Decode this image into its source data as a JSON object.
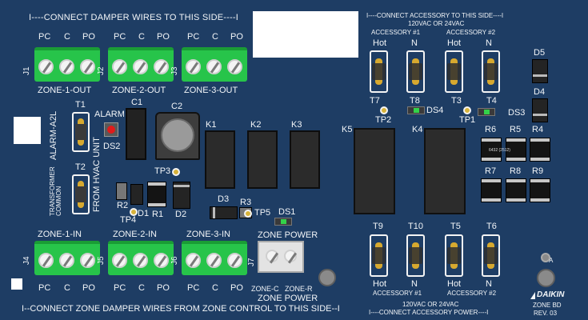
{
  "board": {
    "top_banner": "I----CONNECT DAMPER WIRES TO THIS SIDE----I",
    "bottom_banner": "I--CONNECT ZONE DAMPER WIRES FROM ZONE CONTROL TO THIS SIDE--I",
    "acc_top_banner": "I----CONNECT ACCESSORY TO THIS SIDE----I",
    "acc_top_voltage": "120VAC OR 24VAC",
    "acc_bottom_voltage": "120VAC OR 24VAC",
    "acc_bottom_banner": "I----CONNECT ACCESSORY POWER----I",
    "brand": "DAIKIN",
    "board_name": "ZONE BD",
    "revision": "REV. 03",
    "corner_mark": "A"
  },
  "terminals_out": [
    {
      "ref": "J1",
      "name": "ZONE-1-OUT",
      "pins": [
        "PC",
        "C",
        "PO"
      ]
    },
    {
      "ref": "J2",
      "name": "ZONE-2-OUT",
      "pins": [
        "PC",
        "C",
        "PO"
      ]
    },
    {
      "ref": "J3",
      "name": "ZONE-3-OUT",
      "pins": [
        "PC",
        "C",
        "PO"
      ]
    }
  ],
  "terminals_in": [
    {
      "ref": "J4",
      "name": "ZONE-1-IN",
      "pins": [
        "PC",
        "C",
        "PO"
      ]
    },
    {
      "ref": "J5",
      "name": "ZONE-2-IN",
      "pins": [
        "PC",
        "C",
        "PO"
      ]
    },
    {
      "ref": "J6",
      "name": "ZONE-3-IN",
      "pins": [
        "PC",
        "C",
        "PO"
      ]
    }
  ],
  "zone_power": {
    "ref": "J7",
    "title": "ZONE POWER",
    "pin_c": "ZONE-C",
    "pin_r": "ZONE-R",
    "label": "ZONE POWER"
  },
  "hvac": {
    "t1": "T1",
    "t2": "T2",
    "alarm_a2l": "ALARM-A2L",
    "transformer_common": "TRANSFORMER COMMON",
    "from_hvac": "FROM HVAC UNIT",
    "alarm": "ALARM",
    "ds2": "DS2"
  },
  "components": {
    "c1": "C1",
    "c2": "C2",
    "k1": "K1",
    "k2": "K2",
    "k3": "K3",
    "k4": "K4",
    "k5": "K5",
    "tp3": "TP3",
    "tp4": "TP4",
    "tp5": "TP5",
    "tp1": "TP1",
    "tp2": "TP2",
    "r1": "R1",
    "r2": "R2",
    "r3": "R3",
    "d1": "D1",
    "d2": "D2",
    "d3": "D3",
    "d4": "D4",
    "d5": "D5",
    "ds1": "DS1",
    "ds3": "DS3",
    "ds4": "DS4",
    "r4": "R4",
    "r5": "R5",
    "r6": "R6",
    "r7": "R7",
    "r8": "R8",
    "r9": "R9",
    "res_code": "6432 (2512)"
  },
  "accessory_top": [
    {
      "title": "ACCESSORY #1",
      "hot": "Hot",
      "n": "N",
      "t_hot": "T7",
      "t_n": "T8"
    },
    {
      "title": "ACCESSORY #2",
      "hot": "Hot",
      "n": "N",
      "t_hot": "T3",
      "t_n": "T4"
    }
  ],
  "accessory_bottom": [
    {
      "title": "ACCESSORY #1",
      "hot": "Hot",
      "n": "N",
      "t_hot": "T9",
      "t_n": "T10"
    },
    {
      "title": "ACCESSORY #2",
      "hot": "Hot",
      "n": "N",
      "t_hot": "T5",
      "t_n": "T6"
    }
  ]
}
